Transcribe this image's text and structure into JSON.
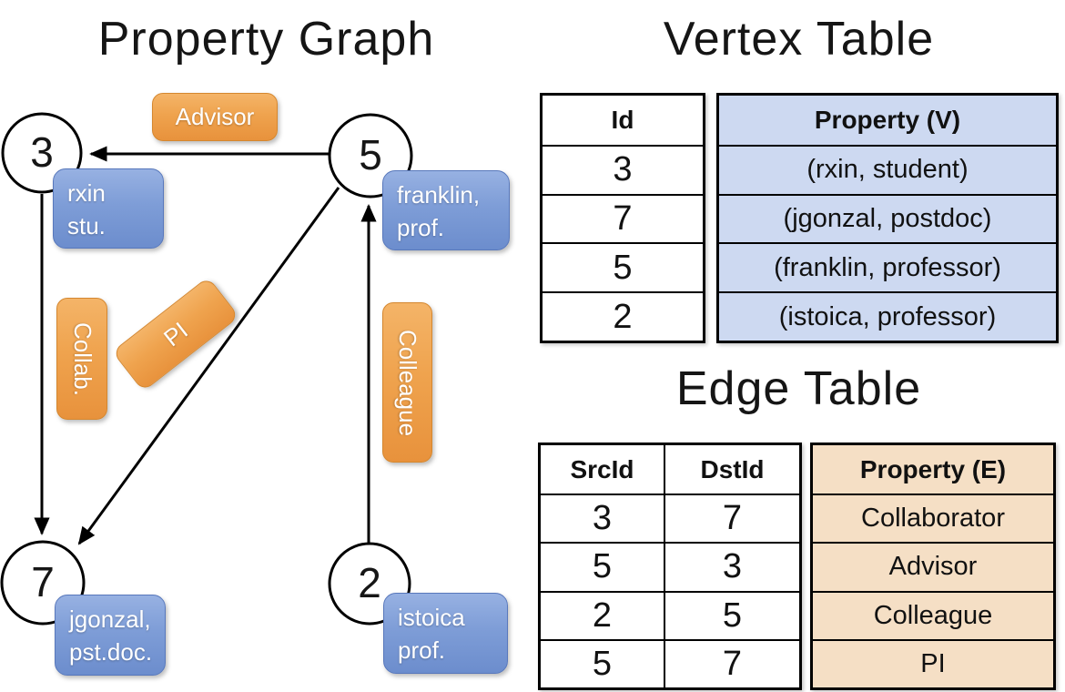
{
  "titles": {
    "graph": "Property Graph",
    "vertex": "Vertex Table",
    "edge": "Edge Table"
  },
  "graph": {
    "nodes": [
      {
        "id": "3"
      },
      {
        "id": "5"
      },
      {
        "id": "7"
      },
      {
        "id": "2"
      }
    ],
    "vertex_labels": [
      {
        "line1": "rxin",
        "line2": "stu."
      },
      {
        "line1": "franklin,",
        "line2": "prof."
      },
      {
        "line1": "jgonzal,",
        "line2": "pst.doc."
      },
      {
        "line1": "istoica",
        "line2": "prof."
      }
    ],
    "edge_labels": {
      "advisor": "Advisor",
      "collab": "Collab.",
      "pi": "PI",
      "colleague": "Colleague"
    }
  },
  "vertex_table": {
    "columns": {
      "id": "Id",
      "property": "Property (V)"
    },
    "rows": [
      {
        "id": "3",
        "property": "(rxin, student)"
      },
      {
        "id": "7",
        "property": "(jgonzal, postdoc)"
      },
      {
        "id": "5",
        "property": "(franklin, professor)"
      },
      {
        "id": "2",
        "property": "(istoica, professor)"
      }
    ]
  },
  "edge_table": {
    "columns": {
      "src": "SrcId",
      "dst": "DstId",
      "property": "Property (E)"
    },
    "rows": [
      {
        "src": "3",
        "dst": "7",
        "property": "Collaborator"
      },
      {
        "src": "5",
        "dst": "3",
        "property": "Advisor"
      },
      {
        "src": "2",
        "dst": "5",
        "property": "Colleague"
      },
      {
        "src": "5",
        "dst": "7",
        "property": "PI"
      }
    ]
  },
  "colors": {
    "edge_label_fill_top": "#F4B468",
    "edge_label_fill_bottom": "#E8923C",
    "edge_label_border": "#D5872F",
    "vertex_label_fill_top": "#97B1E2",
    "vertex_label_fill_bottom": "#6C8DCD",
    "vertex_label_border": "#5878BC",
    "vertex_table_cell_bg": "#CDD9F1",
    "edge_table_cell_bg": "#F5DFC5",
    "line_color": "#000000",
    "label_text": "#FFFFFF"
  }
}
